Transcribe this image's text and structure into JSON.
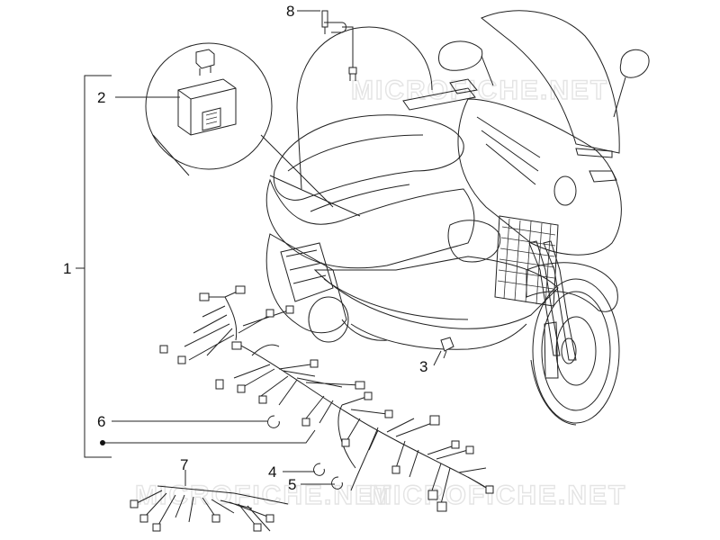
{
  "watermark": "MICROFICHE.NET",
  "callouts": [
    {
      "id": "1",
      "text": "1"
    },
    {
      "id": "2",
      "text": "2"
    },
    {
      "id": "3",
      "text": "3"
    },
    {
      "id": "4",
      "text": "4"
    },
    {
      "id": "5",
      "text": "5"
    },
    {
      "id": "6",
      "text": "6"
    },
    {
      "id": "7",
      "text": "7"
    },
    {
      "id": "8",
      "text": "8"
    }
  ]
}
